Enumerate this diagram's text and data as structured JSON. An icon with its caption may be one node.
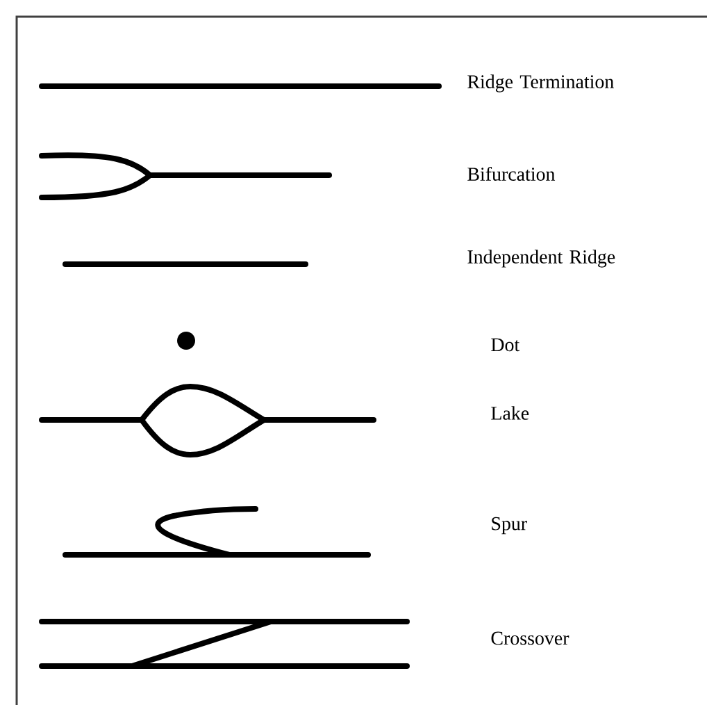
{
  "diagram": {
    "labels": [
      "Ridge Termination",
      "Bifurcation",
      "Independent Ridge",
      "Dot",
      "Lake",
      "Spur",
      "Crossover"
    ]
  }
}
